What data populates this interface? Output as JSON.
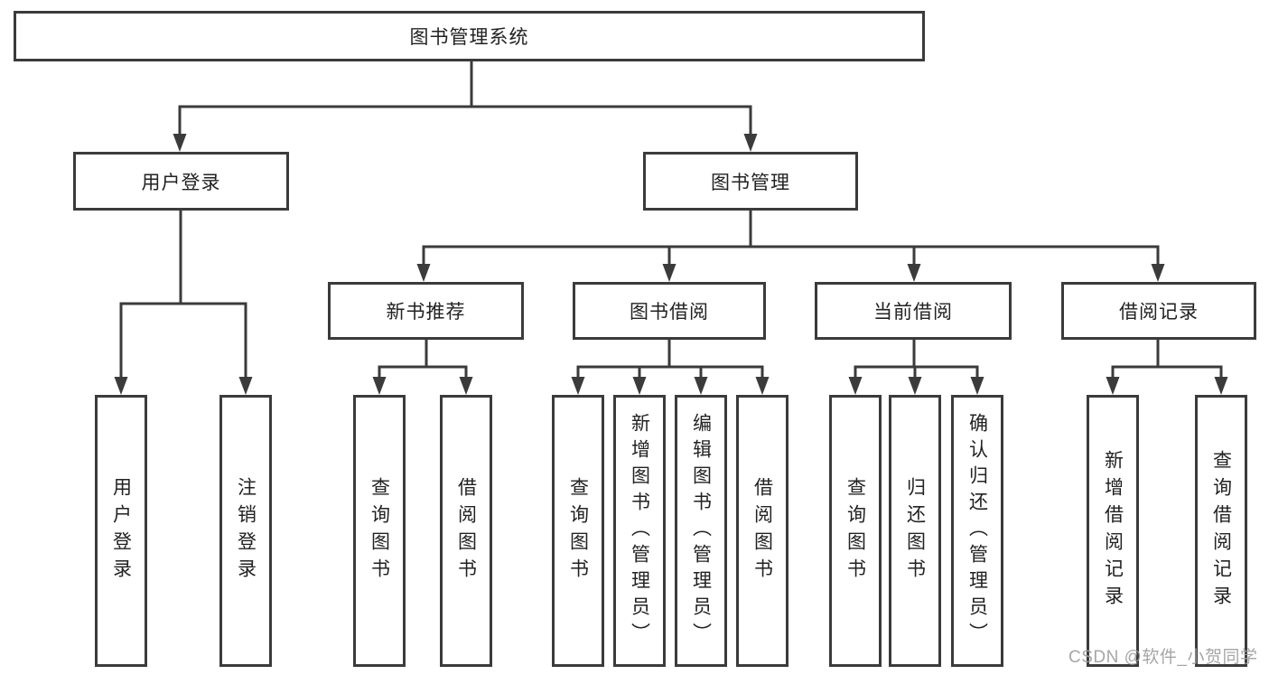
{
  "diagram": {
    "root": {
      "label": "图书管理系统"
    },
    "level2": [
      {
        "label": "用户登录"
      },
      {
        "label": "图书管理"
      }
    ],
    "level3": [
      {
        "label": "新书推荐"
      },
      {
        "label": "图书借阅"
      },
      {
        "label": "当前借阅"
      },
      {
        "label": "借阅记录"
      }
    ],
    "leaves": [
      {
        "label": "用户登录"
      },
      {
        "label": "注销登录"
      },
      {
        "label": "查询图书"
      },
      {
        "label": "借阅图书"
      },
      {
        "label": "查询图书"
      },
      {
        "label": "新增图书（管理员）"
      },
      {
        "label": "编辑图书（管理员）"
      },
      {
        "label": "借阅图书"
      },
      {
        "label": "查询图书"
      },
      {
        "label": "归还图书"
      },
      {
        "label": "确认归还（管理员）"
      },
      {
        "label": "新增借阅记录"
      },
      {
        "label": "查询借阅记录"
      }
    ]
  },
  "watermark": {
    "text": "CSDN @软件_小贺同学"
  },
  "colors": {
    "line": "#3b3b3b",
    "text": "#222222",
    "background": "#ffffff",
    "watermark": "#9e9e9e"
  }
}
